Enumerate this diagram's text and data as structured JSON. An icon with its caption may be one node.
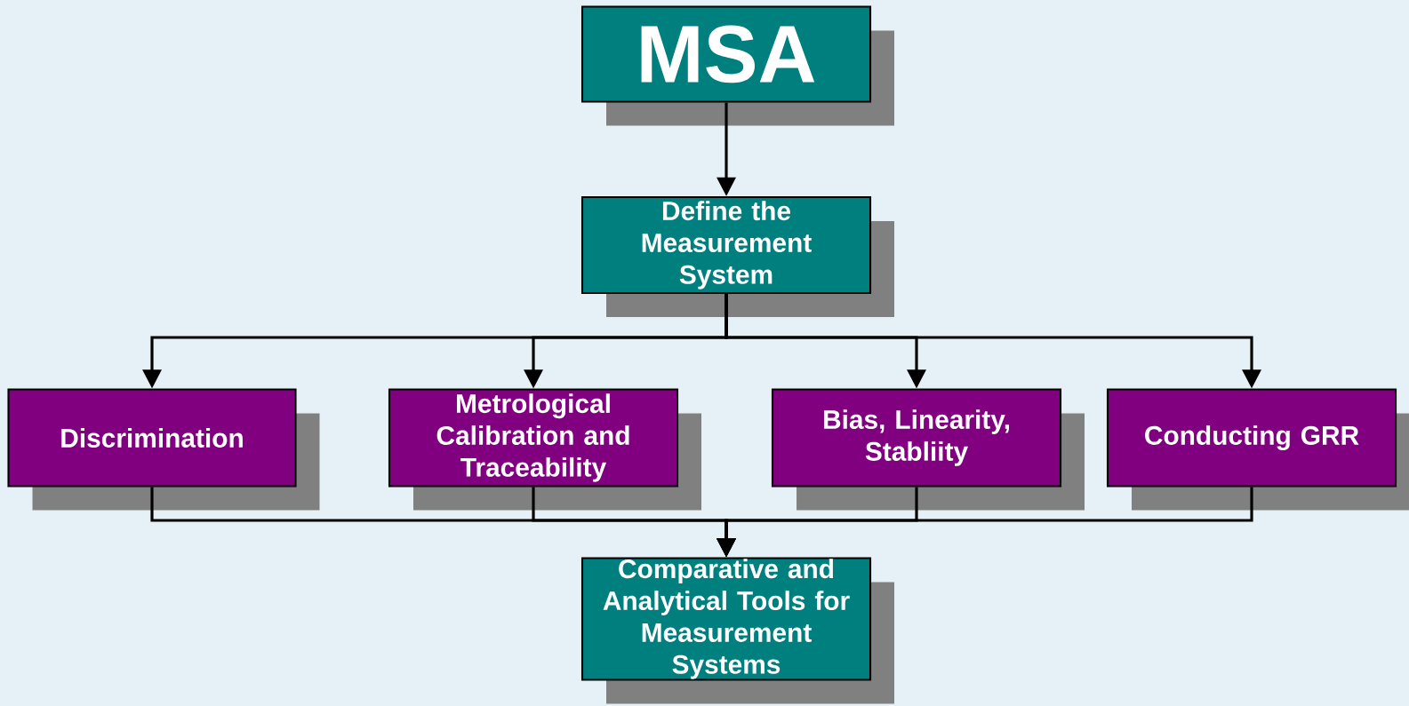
{
  "diagram": {
    "nodes": [
      {
        "text": [
          "MSA"
        ]
      },
      {
        "text": [
          "Define the Measurement System"
        ]
      },
      {
        "text": [
          "Discrimination"
        ]
      },
      {
        "text": [
          "Metrological Calibration and Traceability"
        ]
      },
      {
        "text": [
          "Bias, Linearity, Stabliity"
        ]
      },
      {
        "text": [
          "Conducting GRR"
        ]
      },
      {
        "text": [
          "Comparative and Analytical Tools for Measurement Systems"
        ]
      }
    ],
    "edges": [
      {
        "from": 0,
        "to": 1,
        "arrow": "to"
      },
      {
        "from": 1,
        "to": 2,
        "arrow": "to"
      },
      {
        "from": 1,
        "to": 3,
        "arrow": "to"
      },
      {
        "from": 1,
        "to": 4,
        "arrow": "to"
      },
      {
        "from": 1,
        "to": 5,
        "arrow": "to"
      },
      {
        "from": 2,
        "to": 6,
        "arrow": "to"
      },
      {
        "from": 3,
        "to": 6,
        "arrow": "to"
      },
      {
        "from": 4,
        "to": 6,
        "arrow": "to"
      },
      {
        "from": 5,
        "to": 6,
        "arrow": "to"
      }
    ]
  }
}
